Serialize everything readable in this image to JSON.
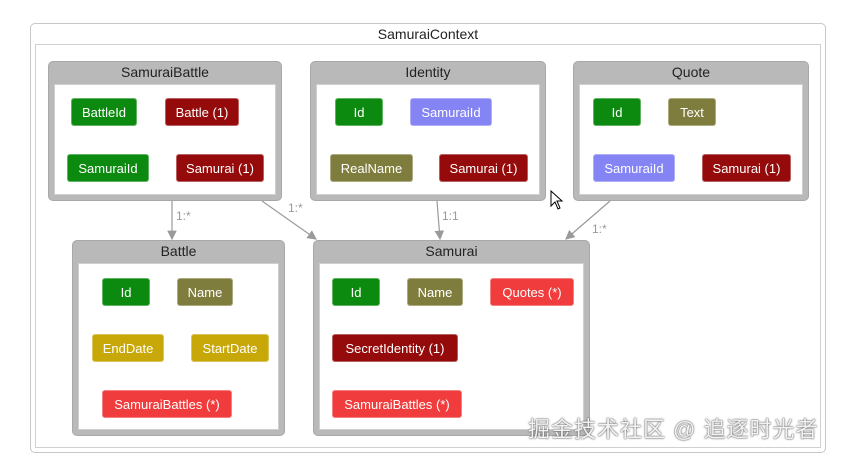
{
  "context": {
    "title": "SamuraiContext"
  },
  "colors": {
    "key": "#0c8a10",
    "scalar": "#7f7d3e",
    "foreign_key": "#8484f5",
    "nav_one": "#950a0a",
    "nav_many": "#f03c3c",
    "date": "#c8a808"
  },
  "entities": {
    "samurai_battle": {
      "title": "SamuraiBattle",
      "props": [
        {
          "label": "BattleId",
          "kind": "key"
        },
        {
          "label": "Battle (1)",
          "kind": "nav_one"
        },
        {
          "label": "SamuraiId",
          "kind": "key"
        },
        {
          "label": "Samurai (1)",
          "kind": "nav_one"
        }
      ]
    },
    "identity": {
      "title": "Identity",
      "props": [
        {
          "label": "Id",
          "kind": "key"
        },
        {
          "label": "SamuraiId",
          "kind": "foreign_key"
        },
        {
          "label": "RealName",
          "kind": "scalar"
        },
        {
          "label": "Samurai (1)",
          "kind": "nav_one"
        }
      ]
    },
    "quote": {
      "title": "Quote",
      "props": [
        {
          "label": "Id",
          "kind": "key"
        },
        {
          "label": "Text",
          "kind": "scalar"
        },
        {
          "label": "SamuraiId",
          "kind": "foreign_key"
        },
        {
          "label": "Samurai (1)",
          "kind": "nav_one"
        }
      ]
    },
    "battle": {
      "title": "Battle",
      "props": [
        {
          "label": "Id",
          "kind": "key"
        },
        {
          "label": "Name",
          "kind": "scalar"
        },
        {
          "label": "EndDate",
          "kind": "date"
        },
        {
          "label": "StartDate",
          "kind": "date"
        },
        {
          "label": "SamuraiBattles (*)",
          "kind": "nav_many"
        }
      ]
    },
    "samurai": {
      "title": "Samurai",
      "props": [
        {
          "label": "Id",
          "kind": "key"
        },
        {
          "label": "Name",
          "kind": "scalar"
        },
        {
          "label": "Quotes (*)",
          "kind": "nav_many"
        },
        {
          "label": "SecretIdentity (1)",
          "kind": "nav_one"
        },
        {
          "label": "SamuraiBattles (*)",
          "kind": "nav_many"
        }
      ]
    }
  },
  "relationships": [
    {
      "label": "1:*",
      "from": "samurai_battle",
      "to": "battle"
    },
    {
      "label": "1:*",
      "from": "samurai_battle",
      "to": "samurai"
    },
    {
      "label": "1:1",
      "from": "identity",
      "to": "samurai"
    },
    {
      "label": "1:*",
      "from": "quote",
      "to": "samurai"
    }
  ],
  "watermark": "掘金技术社区 @ 追逐时光者"
}
